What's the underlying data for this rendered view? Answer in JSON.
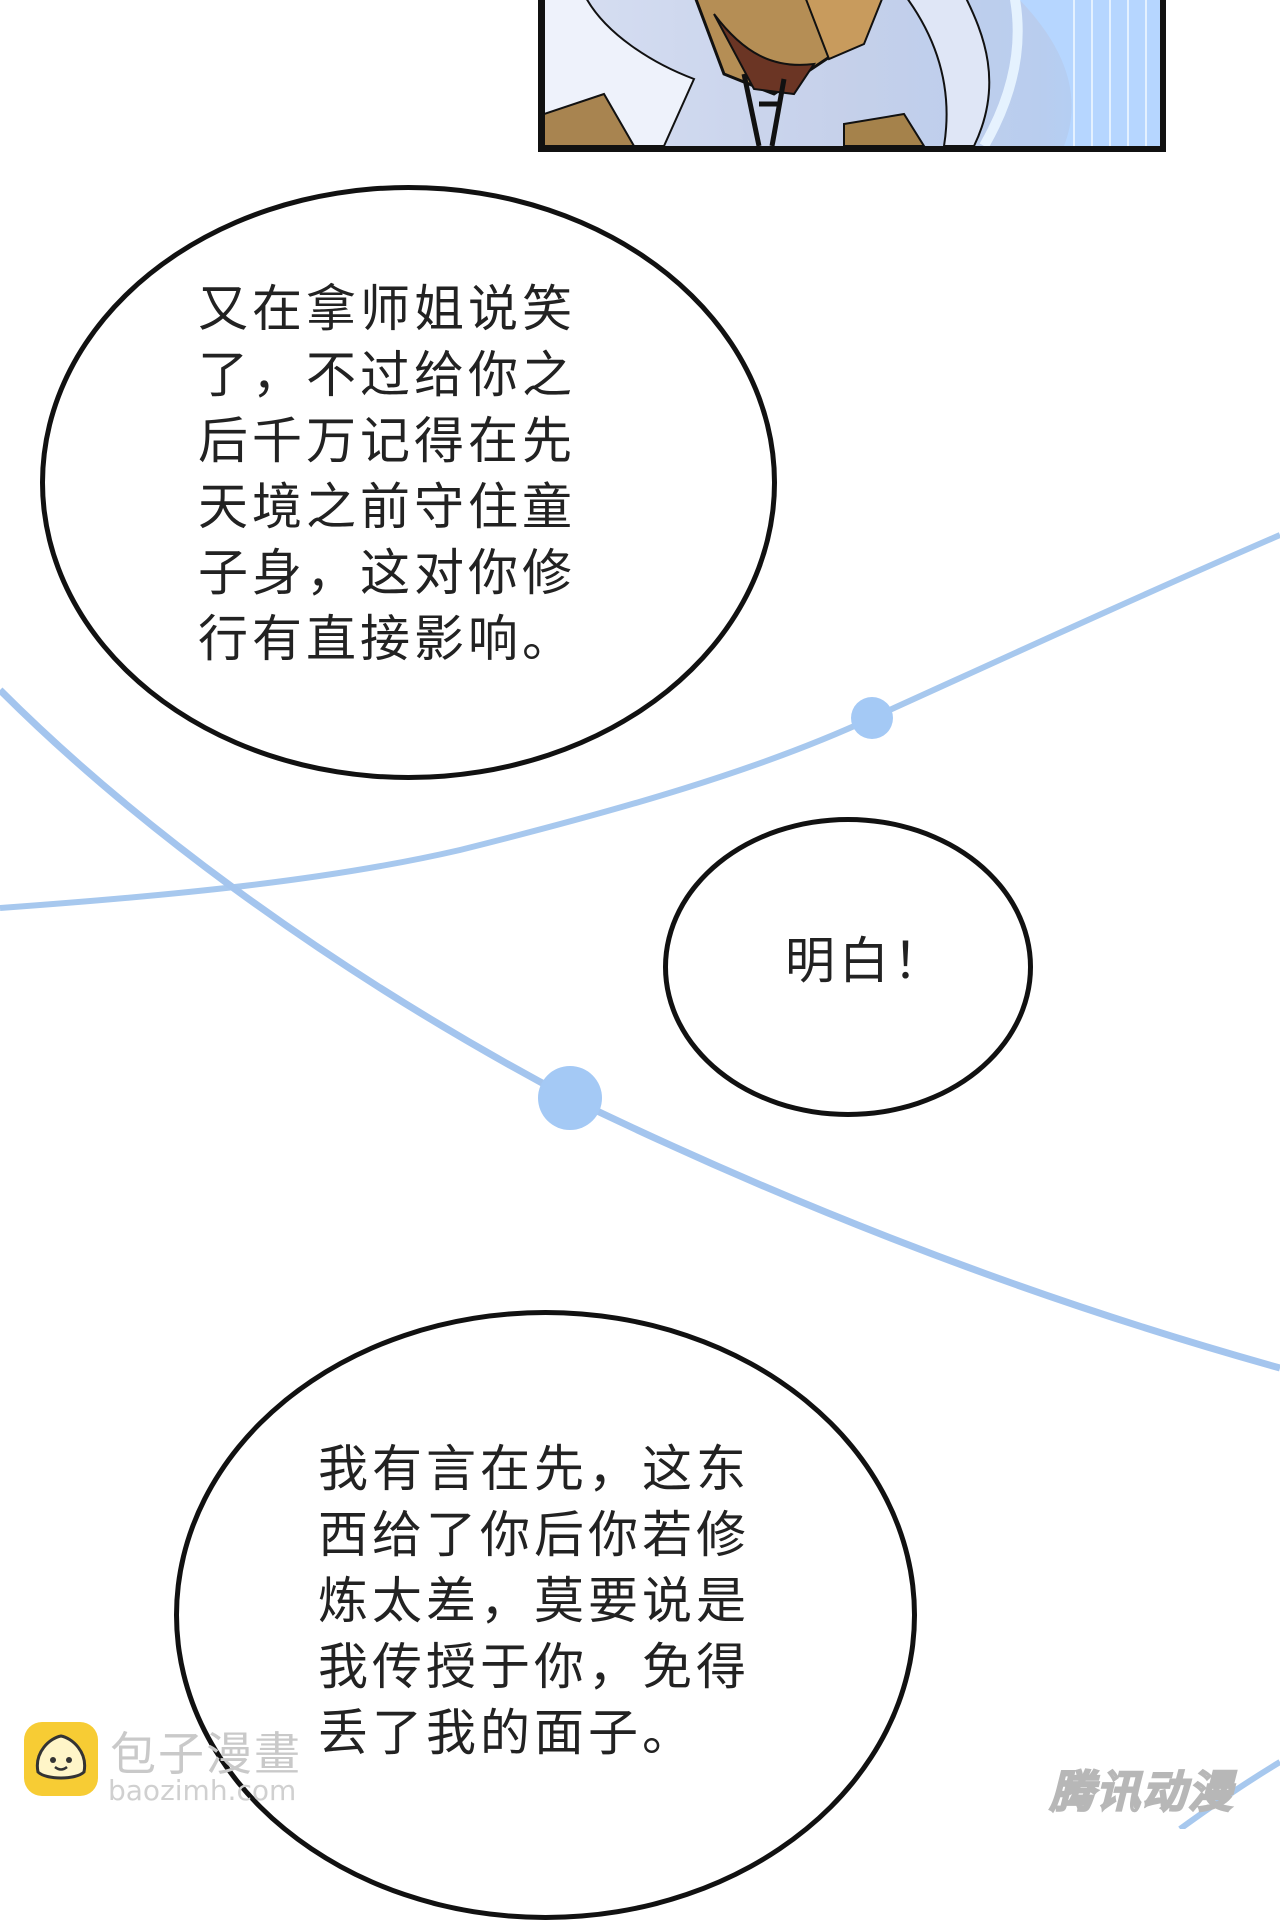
{
  "bubbles": {
    "first": [
      "又在拿师姐说笑",
      "了，不过给你之",
      "后千万记得在先",
      "天境之前守住童",
      "子身，这对你修",
      "行有直接影响。"
    ],
    "second": [
      "明白！"
    ],
    "third": [
      "我有言在先，这东",
      "西给了你后你若修",
      "炼太差，莫要说是",
      "我传授于你，免得",
      "丢了我的面子。"
    ]
  },
  "watermarks": {
    "left_title": "包子漫畫",
    "left_url": "baozimh.com",
    "right_logo": "腾讯动漫"
  },
  "colors": {
    "line": "#a7c8ee",
    "dot": "#a4c9f5",
    "ink": "#111111",
    "badge": "#f7cc34"
  }
}
